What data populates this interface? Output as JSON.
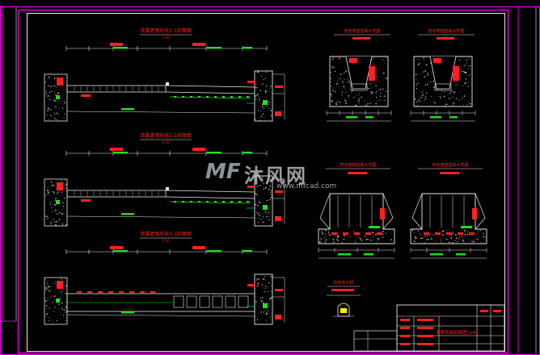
{
  "drawing": {
    "sections": [
      {
        "id": "sec1",
        "title": "渗漏灌溉系统1-1剖面图",
        "scale": "1:50"
      },
      {
        "id": "sec2",
        "title": "渗漏灌溉系统2-2剖面图",
        "scale": "1:50"
      },
      {
        "id": "sec3",
        "title": "渗漏灌溉系统3-3剖面图",
        "scale": "1:50"
      }
    ],
    "details": [
      {
        "id": "d1",
        "title": "管道穿越基础大样图"
      },
      {
        "id": "d2",
        "title": "管道穿越基础大样图"
      },
      {
        "id": "d3",
        "title": "管道穿越基础大样图"
      },
      {
        "id": "d4",
        "title": "管道穿越基础大样图"
      },
      {
        "id": "d5",
        "title": "检查井大样"
      }
    ],
    "title_block": {
      "name": "灌溉系统剖面图(1/4)"
    }
  },
  "colors": {
    "line_white": "#e8e8e8",
    "line_green": "#22dd22",
    "line_red": "#ff2020",
    "line_magenta": "#ff00ff",
    "line_cyan": "#00e5e5",
    "line_yellow": "#ffee00"
  },
  "watermark": {
    "logo": "MF",
    "text": "沐风网",
    "url": "www.mfcad.com"
  }
}
